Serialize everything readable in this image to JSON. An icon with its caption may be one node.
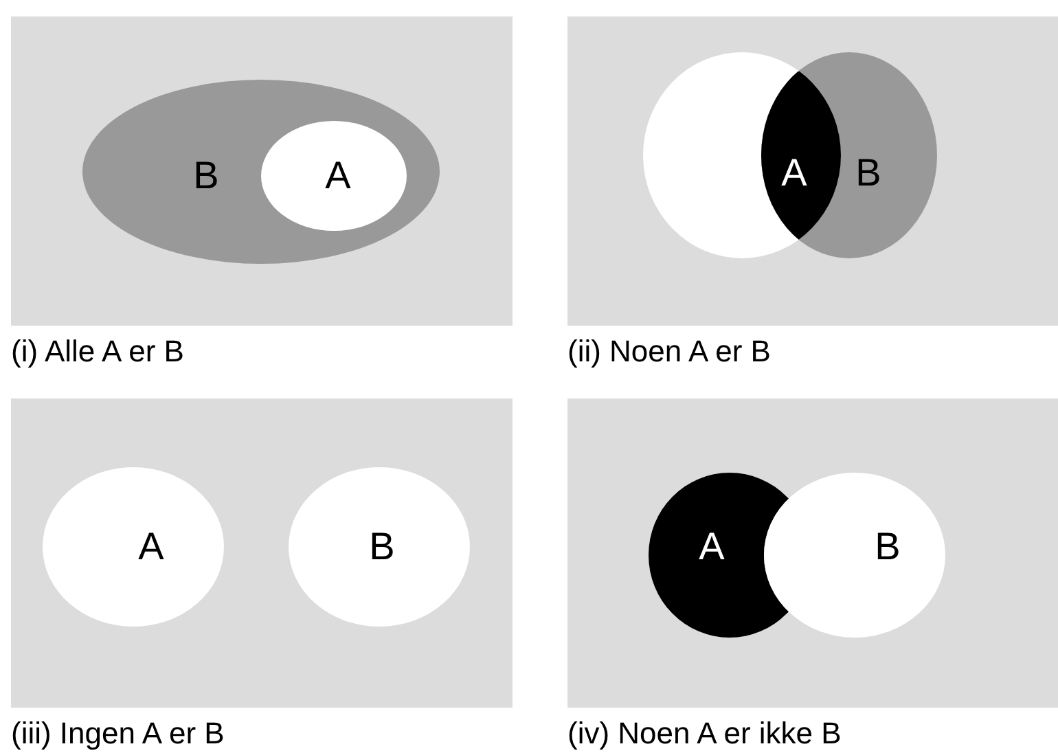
{
  "diagram": {
    "nodes": [
      {
        "text": [
          "(i) Alle A er B"
        ]
      },
      {
        "text": [
          "B"
        ],
        "in": 0
      },
      {
        "text": [
          "A"
        ],
        "in": 1
      },
      {
        "text": [
          "(ii) Noen A er B"
        ]
      },
      {
        "text": [],
        "shape": "circle",
        "in": 3
      },
      {
        "text": [
          "A"
        ],
        "in": 3
      },
      {
        "text": [
          "B"
        ],
        "in": 3
      },
      {
        "text": [
          "(iii) Ingen A er B"
        ]
      },
      {
        "text": [
          "A"
        ],
        "in": 7
      },
      {
        "text": [
          "B"
        ],
        "in": 7
      },
      {
        "text": [
          "(iv) Noen A er ikke B"
        ]
      },
      {
        "text": [
          "A"
        ],
        "in": 10
      },
      {
        "text": [
          "B"
        ],
        "in": 10
      }
    ]
  }
}
